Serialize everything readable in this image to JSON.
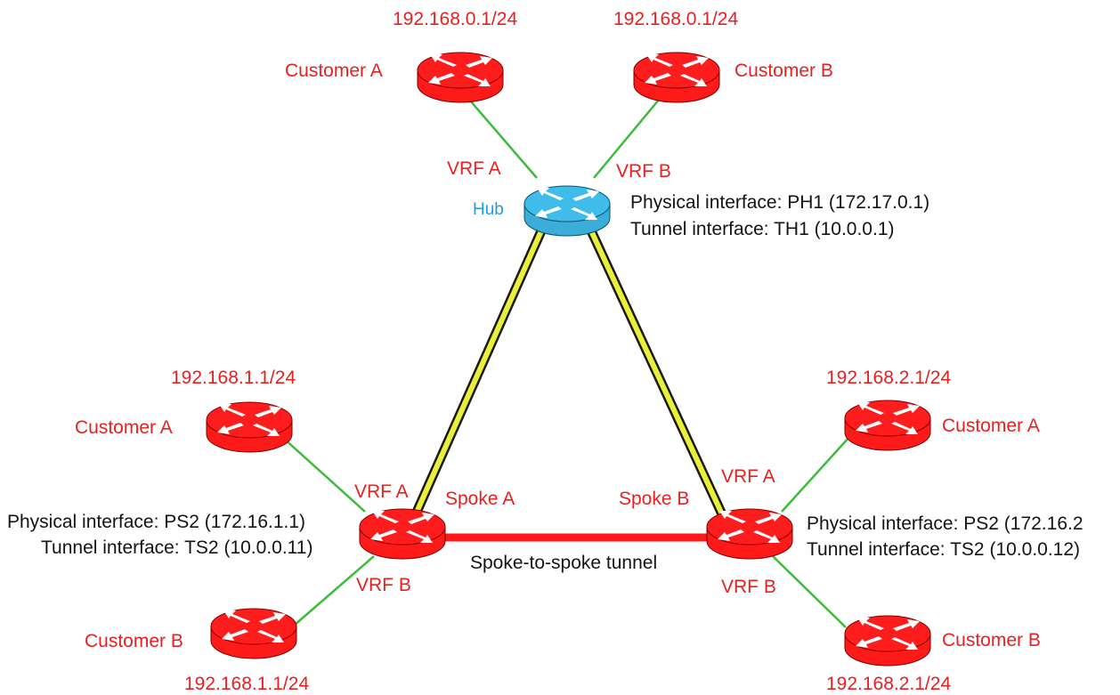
{
  "colors": {
    "customer_router": "#ff1a1a",
    "hub_router": "#3aaed8",
    "access_link": "#3dbb3d",
    "tunnel_outer": "#1a1a1a",
    "tunnel_inner": "#e8f03a",
    "spoke_tunnel": "#ff1a1a",
    "label_red": "#e8201f",
    "label_blue": "#1a9fd6"
  },
  "routers": {
    "top_customer_a": {
      "icon": "router-icon",
      "label": "Customer A",
      "subnet": "192.168.0.1/24"
    },
    "top_customer_b": {
      "icon": "router-icon",
      "label": "Customer B",
      "subnet": "192.168.0.1/24"
    },
    "hub": {
      "icon": "router-icon",
      "label": "Hub",
      "vrf_a": "VRF A",
      "vrf_b": "VRF B",
      "physical_interface": "Physical interface: PH1 (172.17.0.1)",
      "tunnel_interface": "Tunnel interface: TH1 (10.0.0.1)"
    },
    "left_customer_a": {
      "icon": "router-icon",
      "label": "Customer A",
      "subnet": "192.168.1.1/24"
    },
    "left_customer_b": {
      "icon": "router-icon",
      "label": "Customer B",
      "subnet": "192.168.1.1/24"
    },
    "spoke_a": {
      "icon": "router-icon",
      "label": "Spoke A",
      "vrf_a": "VRF A",
      "vrf_b": "VRF B",
      "physical_interface": "Physical interface: PS2 (172.16.1.1)",
      "tunnel_interface": "Tunnel interface: TS2 (10.0.0.11)"
    },
    "right_customer_a": {
      "icon": "router-icon",
      "label": "Customer A",
      "subnet": "192.168.2.1/24"
    },
    "right_customer_b": {
      "icon": "router-icon",
      "label": "Customer B",
      "subnet": "192.168.2.1/24"
    },
    "spoke_b": {
      "icon": "router-icon",
      "label": "Spoke B",
      "vrf_a": "VRF A",
      "vrf_b": "VRF B",
      "physical_interface": "Physical interface: PS2 (172.16.2",
      "tunnel_interface": "Tunnel interface: TS2 (10.0.0.12)"
    }
  },
  "links": {
    "spoke_to_spoke_label": "Spoke-to-spoke tunnel"
  }
}
